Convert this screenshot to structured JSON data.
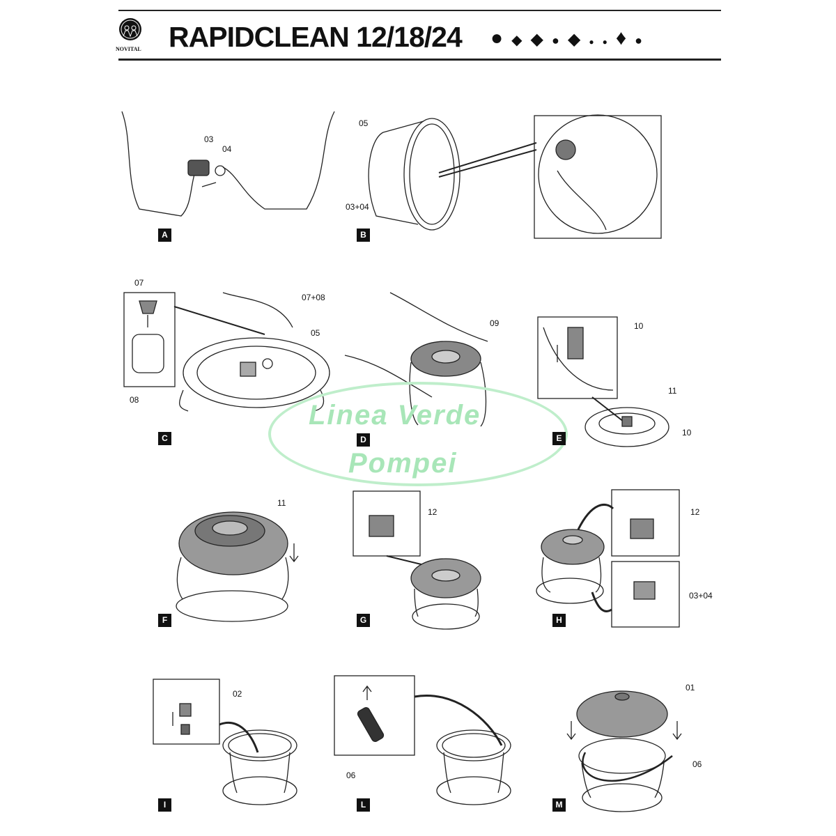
{
  "header": {
    "brand": "NOVITAL",
    "title": "RAPIDCLEAN 12/18/24",
    "icons": [
      "turkey-icon",
      "partridge-icon",
      "duck-icon",
      "quail-icon",
      "hen-icon",
      "chicks-icon",
      "rooster-icon",
      "guinea-fowl-icon"
    ]
  },
  "panels": [
    {
      "tag": "A",
      "parts": [
        "03",
        "04"
      ]
    },
    {
      "tag": "B",
      "parts": [
        "05",
        "03+04"
      ]
    },
    {
      "tag": "C",
      "parts": [
        "07",
        "07+08",
        "05",
        "08"
      ]
    },
    {
      "tag": "D",
      "parts": [
        "09"
      ]
    },
    {
      "tag": "E",
      "parts": [
        "10",
        "11",
        "10"
      ]
    },
    {
      "tag": "F",
      "parts": [
        "11"
      ]
    },
    {
      "tag": "G",
      "parts": [
        "12"
      ]
    },
    {
      "tag": "H",
      "parts": [
        "12",
        "03+04"
      ]
    },
    {
      "tag": "I",
      "parts": [
        "02"
      ]
    },
    {
      "tag": "L",
      "parts": [
        "06"
      ]
    },
    {
      "tag": "M",
      "parts": [
        "01",
        "06"
      ]
    }
  ],
  "watermark": {
    "line1": "Linea Verde",
    "line2": "Pompei"
  }
}
